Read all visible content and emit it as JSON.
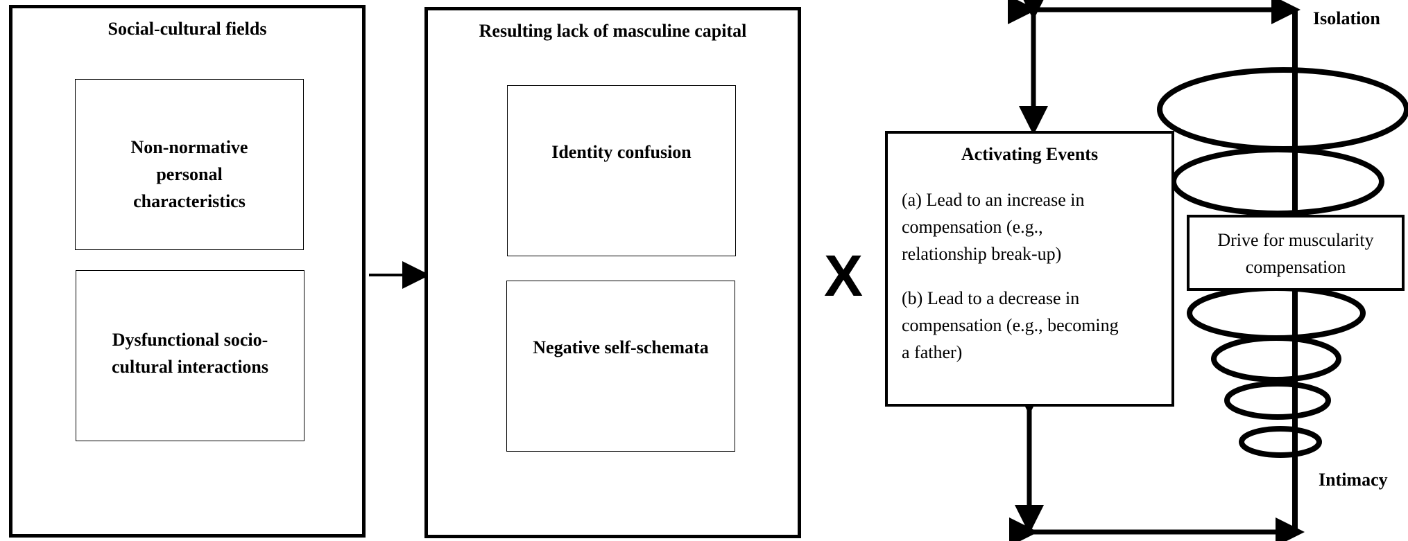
{
  "fields_box": {
    "title": "Social-cultural fields",
    "item1": [
      "Non-normative",
      "personal",
      "characteristics"
    ],
    "item2": [
      "Dysfunctional socio-",
      "cultural interactions"
    ]
  },
  "capital_box": {
    "title": "Resulting lack of masculine capital",
    "item1": "Identity confusion",
    "item2": "Negative self-schemata"
  },
  "operator": "X",
  "events_box": {
    "title": "Activating Events",
    "para_a": [
      "(a) Lead to an increase in",
      "compensation (e.g.,",
      "relationship break-up)"
    ],
    "para_b": [
      "(b) Lead to a decrease in",
      "compensation (e.g., becoming",
      "a father)"
    ]
  },
  "drive_box": [
    "Drive for muscularity",
    "compensation"
  ],
  "labels": {
    "top": "Isolation",
    "bottom": "Intimacy"
  }
}
